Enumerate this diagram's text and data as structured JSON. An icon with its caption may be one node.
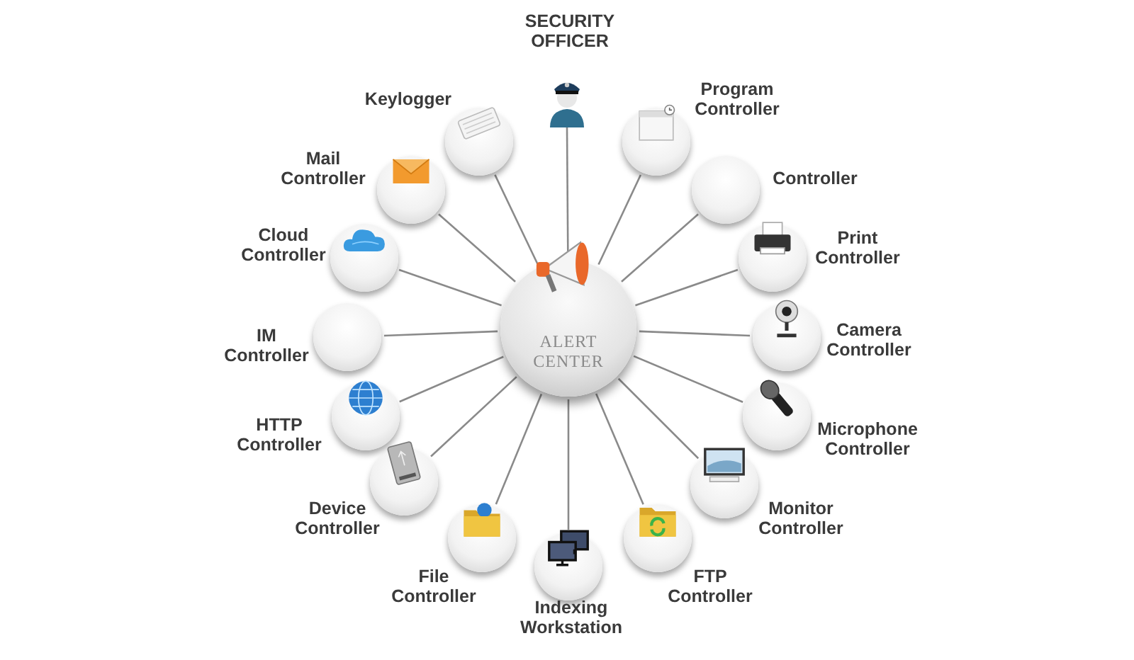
{
  "diagram": {
    "nodes": [
      {
        "text": [
          "ALERT CENTER"
        ]
      },
      {
        "text": [
          "SECURITY OFFICER"
        ]
      },
      {
        "text": [
          "Keylogger"
        ]
      },
      {
        "text": [
          "Program Controller"
        ]
      },
      {
        "text": [
          "Mail Controller"
        ]
      },
      {
        "text": [
          "Controller"
        ]
      },
      {
        "text": [
          "Cloud Controller"
        ]
      },
      {
        "text": [
          "Print Controller"
        ]
      },
      {
        "text": [
          "IM Controller"
        ]
      },
      {
        "text": [
          "Camera Controller"
        ]
      },
      {
        "text": [
          "HTTP Controller"
        ]
      },
      {
        "text": [
          "Microphone Controller"
        ]
      },
      {
        "text": [
          "Device Controller"
        ]
      },
      {
        "text": [
          "Monitor Controller"
        ]
      },
      {
        "text": [
          "File Controller"
        ]
      },
      {
        "text": [
          "Indexing Workstation"
        ]
      },
      {
        "text": [
          "FTP Controller"
        ]
      }
    ],
    "edges": [
      {
        "from": 0,
        "to": 1,
        "arrow": "none"
      },
      {
        "from": 0,
        "to": 2,
        "arrow": "none"
      },
      {
        "from": 0,
        "to": 3,
        "arrow": "none"
      },
      {
        "from": 0,
        "to": 4,
        "arrow": "none"
      },
      {
        "from": 0,
        "to": 5,
        "arrow": "none"
      },
      {
        "from": 0,
        "to": 6,
        "arrow": "none"
      },
      {
        "from": 0,
        "to": 7,
        "arrow": "none"
      },
      {
        "from": 0,
        "to": 8,
        "arrow": "none"
      },
      {
        "from": 0,
        "to": 9,
        "arrow": "none"
      },
      {
        "from": 0,
        "to": 10,
        "arrow": "none"
      },
      {
        "from": 0,
        "to": 11,
        "arrow": "none"
      },
      {
        "from": 0,
        "to": 12,
        "arrow": "none"
      },
      {
        "from": 0,
        "to": 13,
        "arrow": "none"
      },
      {
        "from": 0,
        "to": 14,
        "arrow": "none"
      },
      {
        "from": 0,
        "to": 15,
        "arrow": "none"
      },
      {
        "from": 0,
        "to": 16,
        "arrow": "none"
      }
    ]
  }
}
